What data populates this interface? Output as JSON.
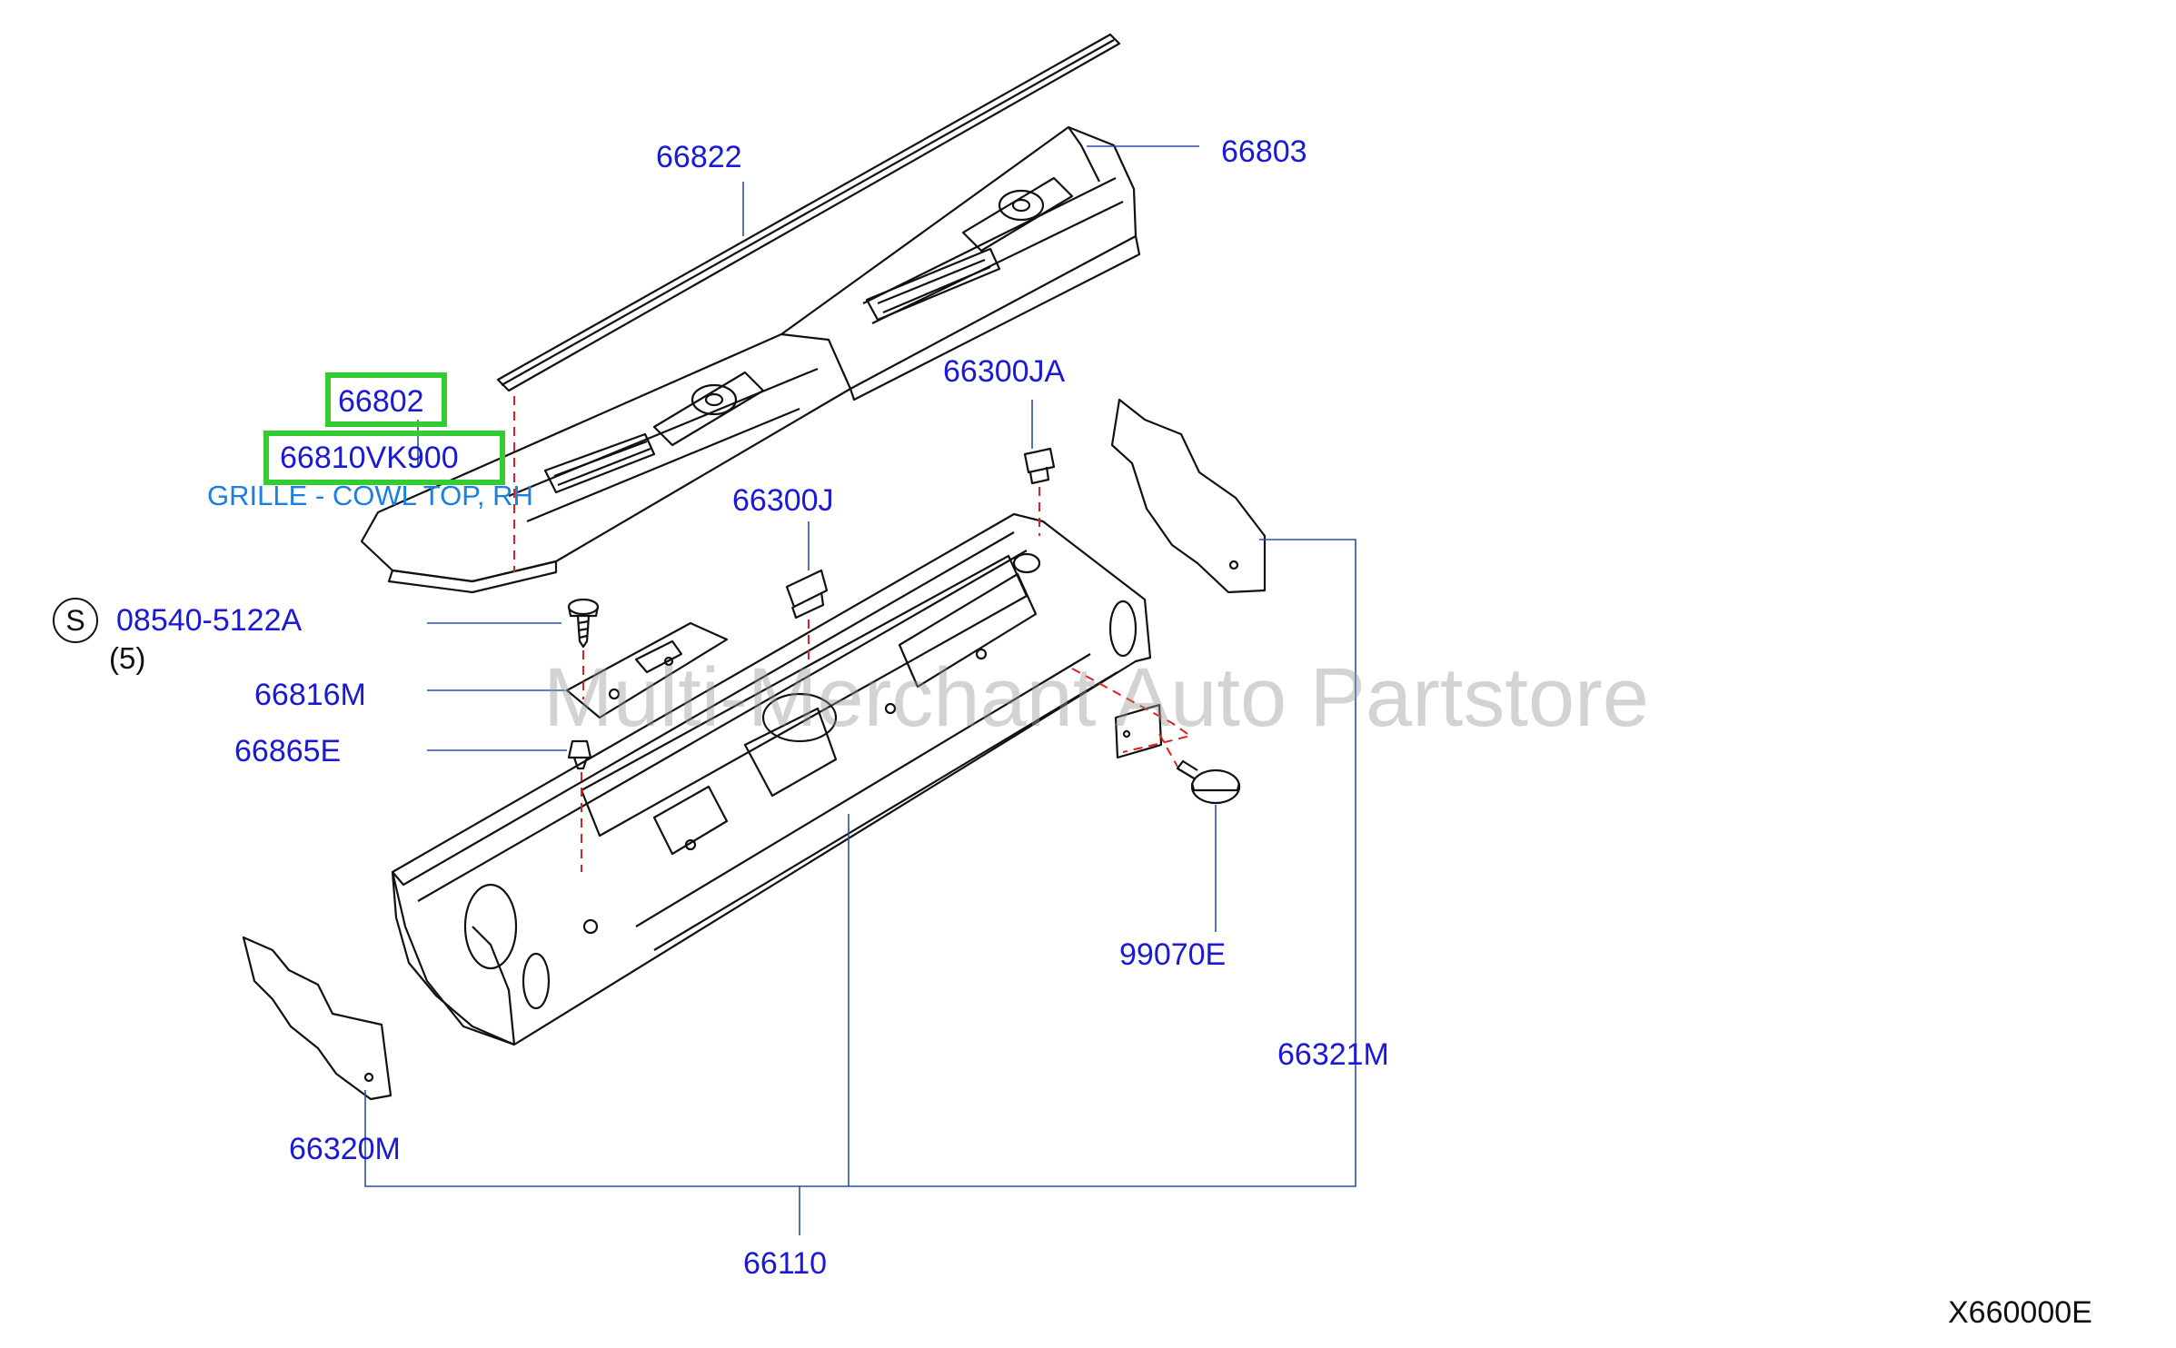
{
  "callouts": {
    "p66822": "66822",
    "p66803": "66803",
    "p66802": "66802",
    "p66810": "66810VK900",
    "grille_desc": "GRILLE - COWL TOP, RH",
    "p66300ja": "66300JA",
    "p66300j": "66300J",
    "s_symbol": "S",
    "p08540": "08540-5122A",
    "qty": "(5)",
    "p66816m": "66816M",
    "p66865e": "66865E",
    "p99070e": "99070E",
    "p66321m": "66321M",
    "p66320m": "66320M",
    "p66110": "66110"
  },
  "diagram_code": "X660000E",
  "watermark": "Multi-Merchant Auto Partstore",
  "colors": {
    "label": "#1a1ad6",
    "description": "#1a7fe0",
    "highlight": "#33cc33",
    "dashed_line": "#e02020",
    "outline": "#111111"
  }
}
